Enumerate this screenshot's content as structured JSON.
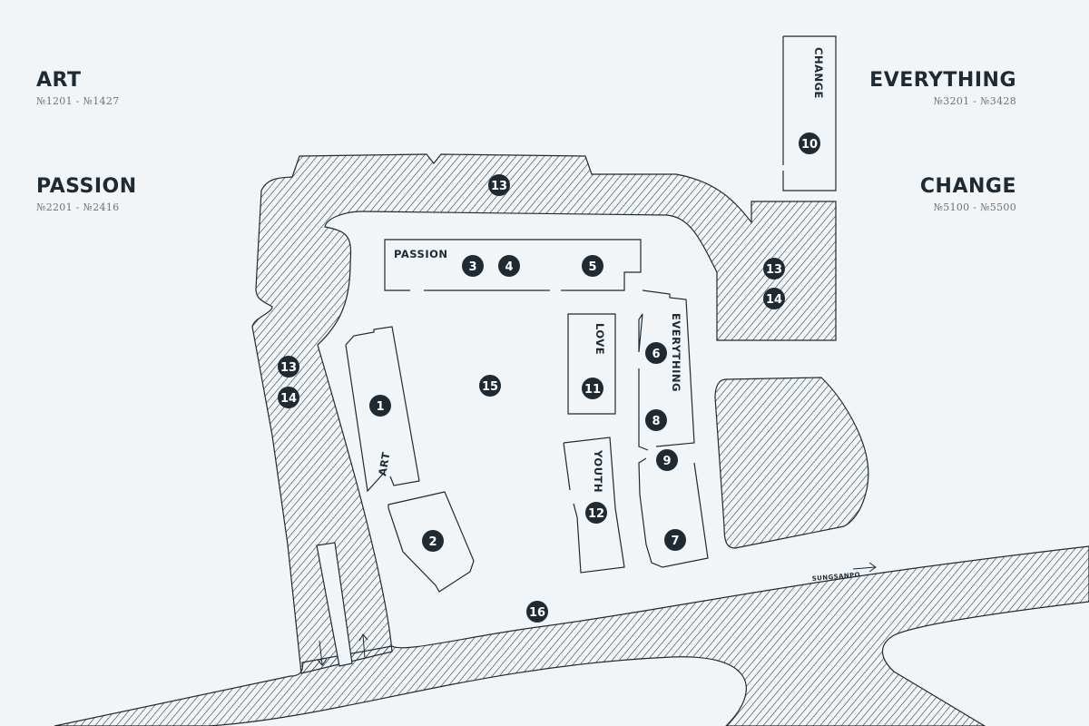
{
  "legend": [
    {
      "id": "art",
      "title": "ART",
      "range": "№1201 - №1427"
    },
    {
      "id": "passion",
      "title": "PASSION",
      "range": "№2201 - №2416"
    },
    {
      "id": "everything",
      "title": "EVERYTHING",
      "range": "№3201 - №3428"
    },
    {
      "id": "change",
      "title": "CHANGE",
      "range": "№5100 - №5500"
    }
  ],
  "buildings": {
    "passion": "PASSION",
    "love": "LOVE",
    "everything": "EVERYTHING",
    "art": "ART",
    "youth": "YOUTH",
    "change": "CHANGE"
  },
  "road_label": "SUNGSANPO",
  "markers": [
    "1",
    "2",
    "3",
    "4",
    "5",
    "6",
    "7",
    "8",
    "9",
    "10",
    "11",
    "12",
    "13",
    "13",
    "13",
    "14",
    "14",
    "15",
    "16"
  ],
  "colors": {
    "ink": "#1f2a33",
    "background": "#f1f5f8",
    "muted": "#6b7479"
  }
}
